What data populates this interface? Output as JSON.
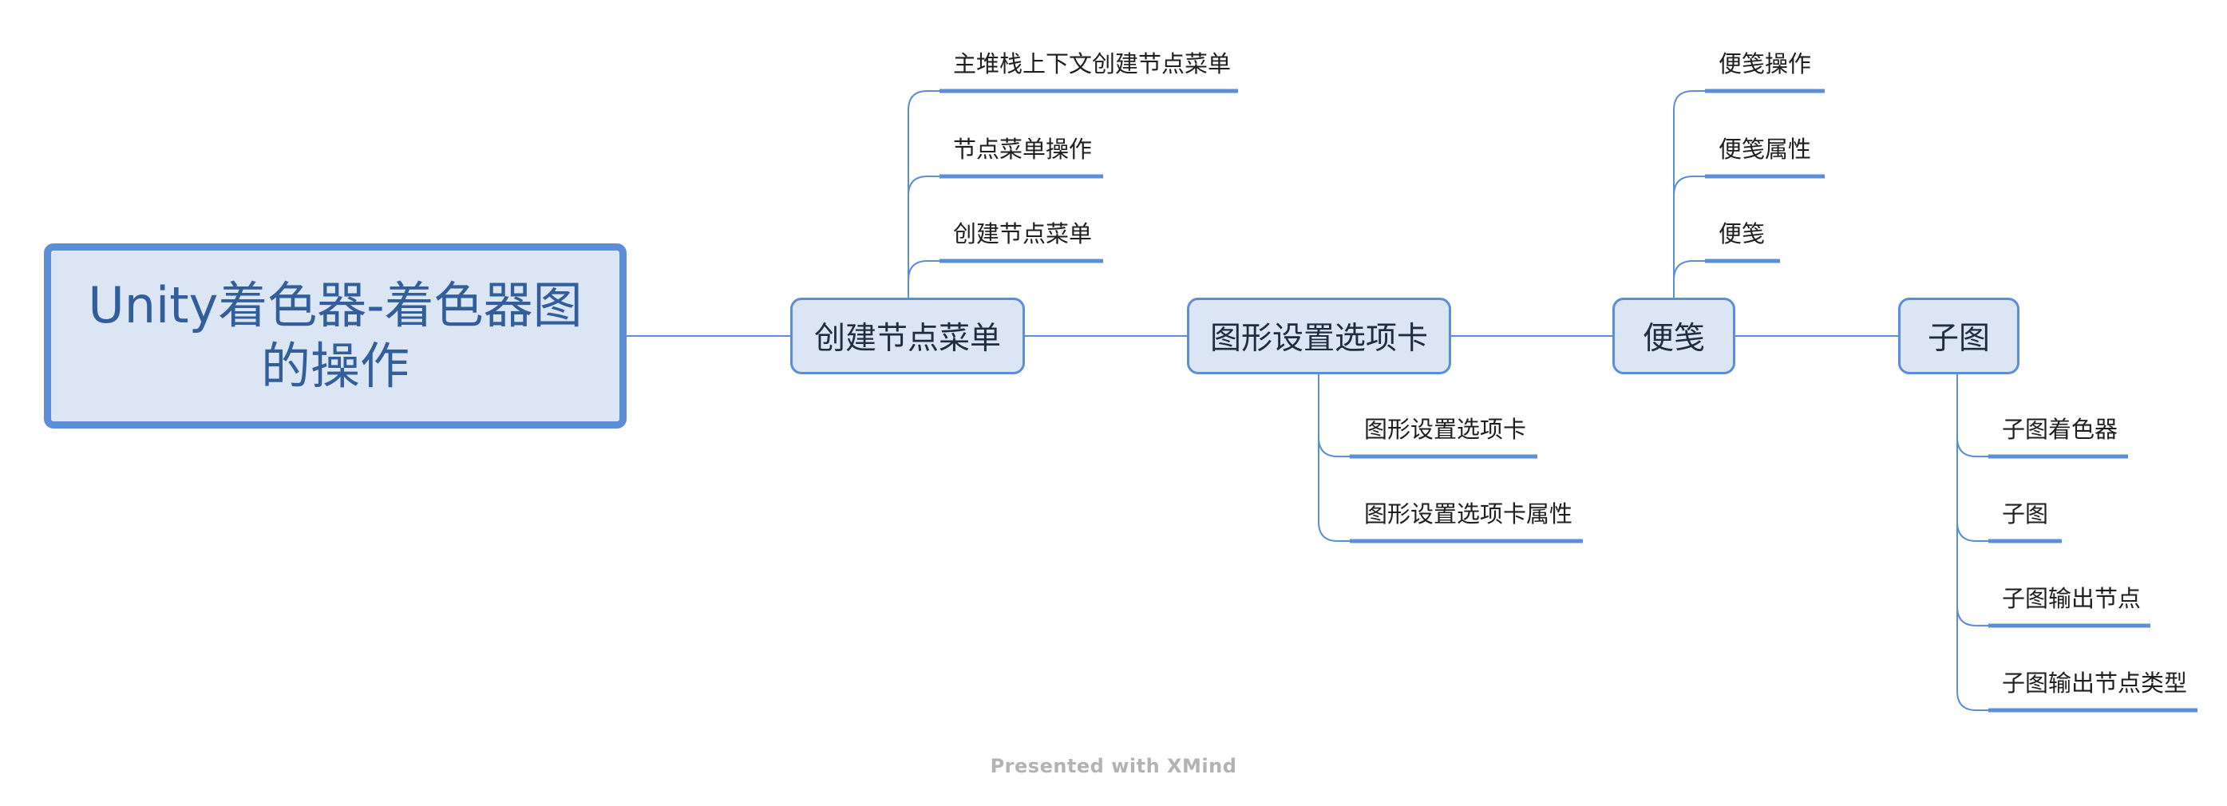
{
  "root": {
    "label": "Unity着色器-着色器图的操作"
  },
  "branches": [
    {
      "label": "创建节点菜单",
      "children": [
        "主堆栈上下文创建节点菜单",
        "节点菜单操作",
        "创建节点菜单"
      ]
    },
    {
      "label": "图形设置选项卡",
      "children": [
        "图形设置选项卡",
        "图形设置选项卡属性"
      ]
    },
    {
      "label": "便笺",
      "children": [
        "便笺操作",
        "便笺属性",
        "便笺"
      ]
    },
    {
      "label": "子图",
      "children": [
        "子图着色器",
        "子图",
        "子图输出节点",
        "子图输出节点类型"
      ]
    }
  ],
  "footer": {
    "text": "Presented with XMind"
  },
  "colors": {
    "line": "#5b8ed6",
    "topic_fill": "#dbe5f4",
    "root_text": "#335e9c"
  }
}
